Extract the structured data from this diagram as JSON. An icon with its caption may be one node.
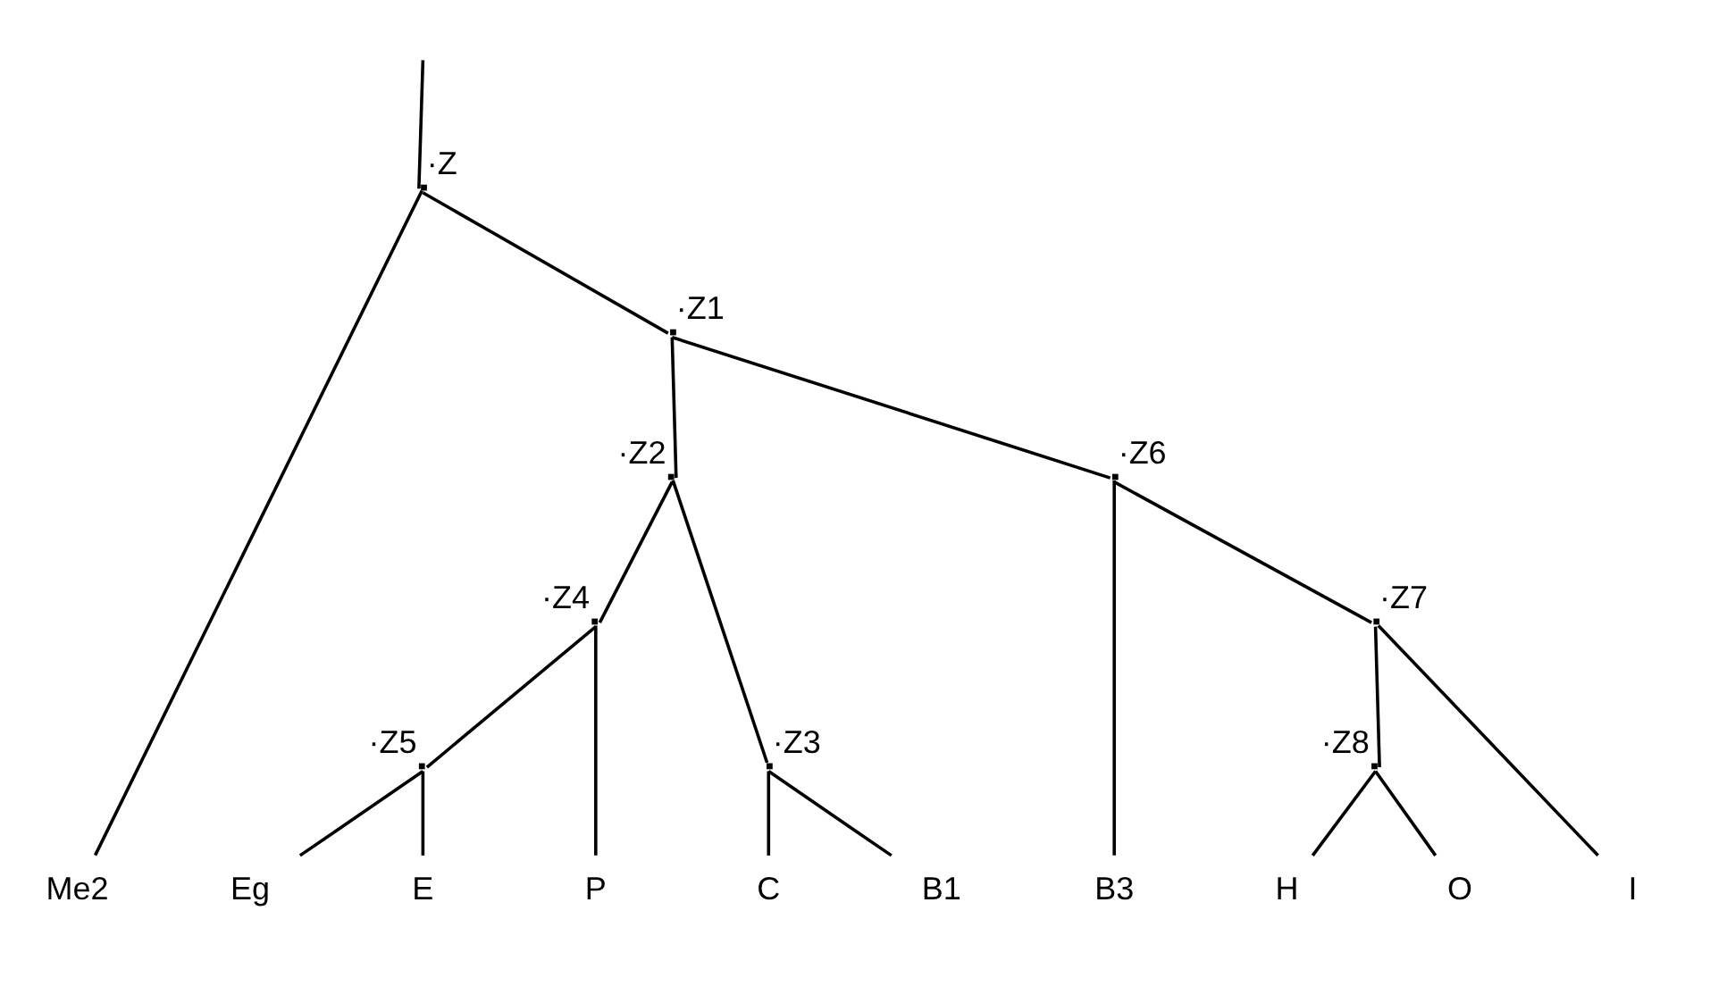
{
  "diagram": {
    "nodes": [
      {
        "text": [],
        "shape": "point",
        "beside": [
          "·Z"
        ]
      },
      {
        "text": [],
        "shape": "point",
        "beside": [
          "·Z1"
        ]
      },
      {
        "text": [],
        "shape": "point",
        "beside": [
          "·Z2"
        ]
      },
      {
        "text": [],
        "shape": "point",
        "beside": [
          "·Z6"
        ]
      },
      {
        "text": [],
        "shape": "point",
        "beside": [
          "·Z4"
        ]
      },
      {
        "text": [],
        "shape": "point",
        "beside": [
          "·Z7"
        ]
      },
      {
        "text": [],
        "shape": "point",
        "beside": [
          "·Z8"
        ]
      },
      {
        "text": [],
        "shape": "point",
        "beside": [
          "·Z5"
        ]
      },
      {
        "text": [],
        "shape": "point",
        "beside": [
          "·Z3"
        ]
      },
      {
        "text": [
          "Me2"
        ]
      },
      {
        "text": [
          "Eg"
        ]
      },
      {
        "text": [
          "E"
        ]
      },
      {
        "text": [
          "P"
        ]
      },
      {
        "text": [
          "C"
        ]
      },
      {
        "text": [
          "B1"
        ]
      },
      {
        "text": [
          "B3"
        ]
      },
      {
        "text": [
          "H"
        ]
      },
      {
        "text": [
          "O"
        ]
      },
      {
        "text": [
          "I"
        ]
      }
    ],
    "edges": [
      {
        "from": null,
        "to": 0,
        "arrow": "none"
      },
      {
        "from": 0,
        "to": 9,
        "arrow": "none"
      },
      {
        "from": 0,
        "to": 1,
        "arrow": "none"
      },
      {
        "from": 1,
        "to": 2,
        "arrow": "none"
      },
      {
        "from": 1,
        "to": 3,
        "arrow": "none"
      },
      {
        "from": 2,
        "to": 4,
        "arrow": "none"
      },
      {
        "from": 2,
        "to": 8,
        "arrow": "none"
      },
      {
        "from": 4,
        "to": 7,
        "arrow": "none"
      },
      {
        "from": 4,
        "to": 12,
        "arrow": "none"
      },
      {
        "from": 7,
        "to": 10,
        "arrow": "none"
      },
      {
        "from": 7,
        "to": 11,
        "arrow": "none"
      },
      {
        "from": 8,
        "to": 13,
        "arrow": "none"
      },
      {
        "from": 8,
        "to": 14,
        "arrow": "none"
      },
      {
        "from": 3,
        "to": 15,
        "arrow": "none"
      },
      {
        "from": 3,
        "to": 5,
        "arrow": "none"
      },
      {
        "from": 5,
        "to": 6,
        "arrow": "none"
      },
      {
        "from": 5,
        "to": 18,
        "arrow": "none"
      },
      {
        "from": 6,
        "to": 16,
        "arrow": "none"
      },
      {
        "from": 6,
        "to": 17,
        "arrow": "none"
      }
    ]
  }
}
